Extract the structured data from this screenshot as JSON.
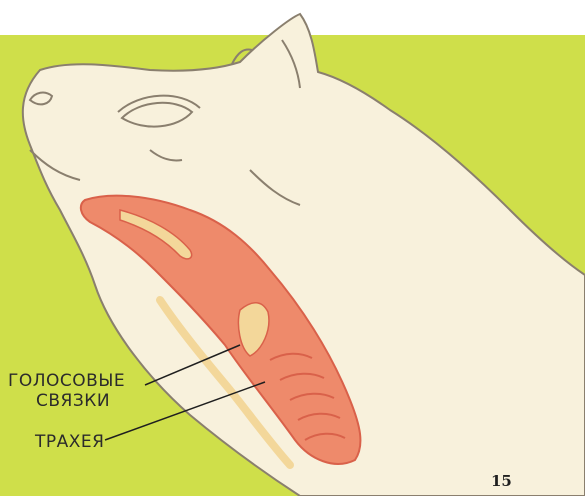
{
  "illustration": {
    "subject": "cat-throat-anatomy",
    "colors": {
      "background_green": "#CFDF4A",
      "cat_fur": "#F8F1DC",
      "outline": "#8a7f6e",
      "airway": "#EE8A6B",
      "airway_dark": "#D9614A",
      "cartilage": "#F3D79A"
    }
  },
  "labels": {
    "vocal_cords": [
      "ГОЛОСОВЫЕ",
      "СВЯЗКИ"
    ],
    "trachea": "ТРАХЕЯ"
  },
  "page": {
    "number": "15"
  }
}
